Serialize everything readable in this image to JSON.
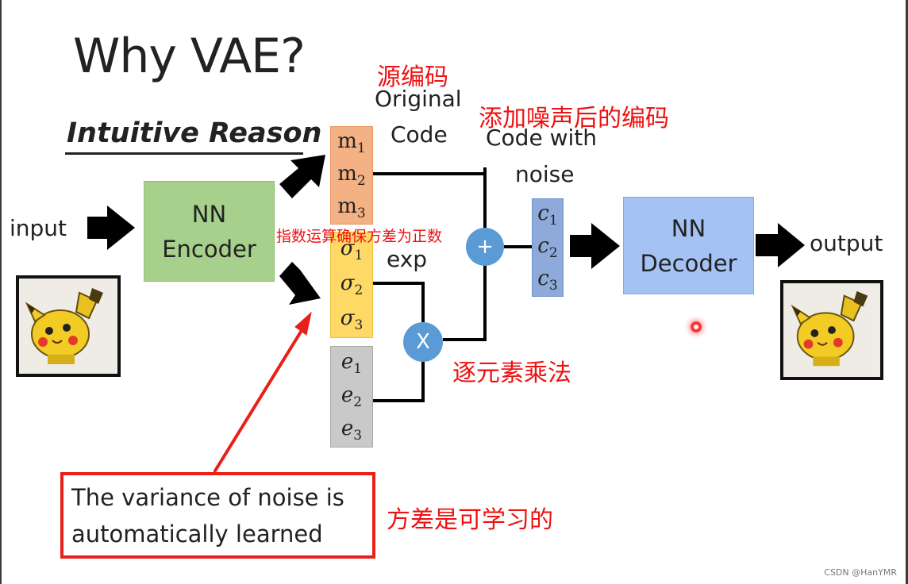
{
  "title": "Why VAE?",
  "subtitle": "Intuitive Reason",
  "annotations": {
    "source_code_cn": "源编码",
    "noisy_code_cn": "添加噪声后的编码",
    "exp_note_cn": "指数运算确保方差为正数",
    "elementwise_cn": "逐元素乘法",
    "variance_learned_cn": "方差是可学习的"
  },
  "labels": {
    "original_code": [
      "Original",
      "Code"
    ],
    "code_with_noise": [
      "Code with",
      "noise"
    ],
    "exp": "exp",
    "input": "input",
    "output": "output"
  },
  "encoder": {
    "line1": "NN",
    "line2": "Encoder"
  },
  "decoder": {
    "line1": "NN",
    "line2": "Decoder"
  },
  "vectors": {
    "m": {
      "items": [
        [
          "m",
          "1"
        ],
        [
          "m",
          "2"
        ],
        [
          "m",
          "3"
        ]
      ],
      "color": "#f4b183"
    },
    "sigma": {
      "items": [
        [
          "σ",
          "1"
        ],
        [
          "σ",
          "2"
        ],
        [
          "σ",
          "3"
        ]
      ],
      "color": "#ffd966"
    },
    "e": {
      "items": [
        [
          "e",
          "1"
        ],
        [
          "e",
          "2"
        ],
        [
          "e",
          "3"
        ]
      ],
      "color": "#c9c9c9"
    },
    "c": {
      "items": [
        [
          "c",
          "1"
        ],
        [
          "c",
          "2"
        ],
        [
          "c",
          "3"
        ]
      ],
      "color": "#8eaadb"
    }
  },
  "operators": {
    "plus": "+",
    "times": "X"
  },
  "note": {
    "line1": "The variance of noise is",
    "line2": "automatically learned"
  },
  "watermark": "CSDN @HanYMR",
  "colors": {
    "annotation_red": "#ee1111",
    "operator_blue": "#5b9bd5",
    "encoder_green": "#a7d08c",
    "decoder_blue": "#a4c2f4"
  }
}
